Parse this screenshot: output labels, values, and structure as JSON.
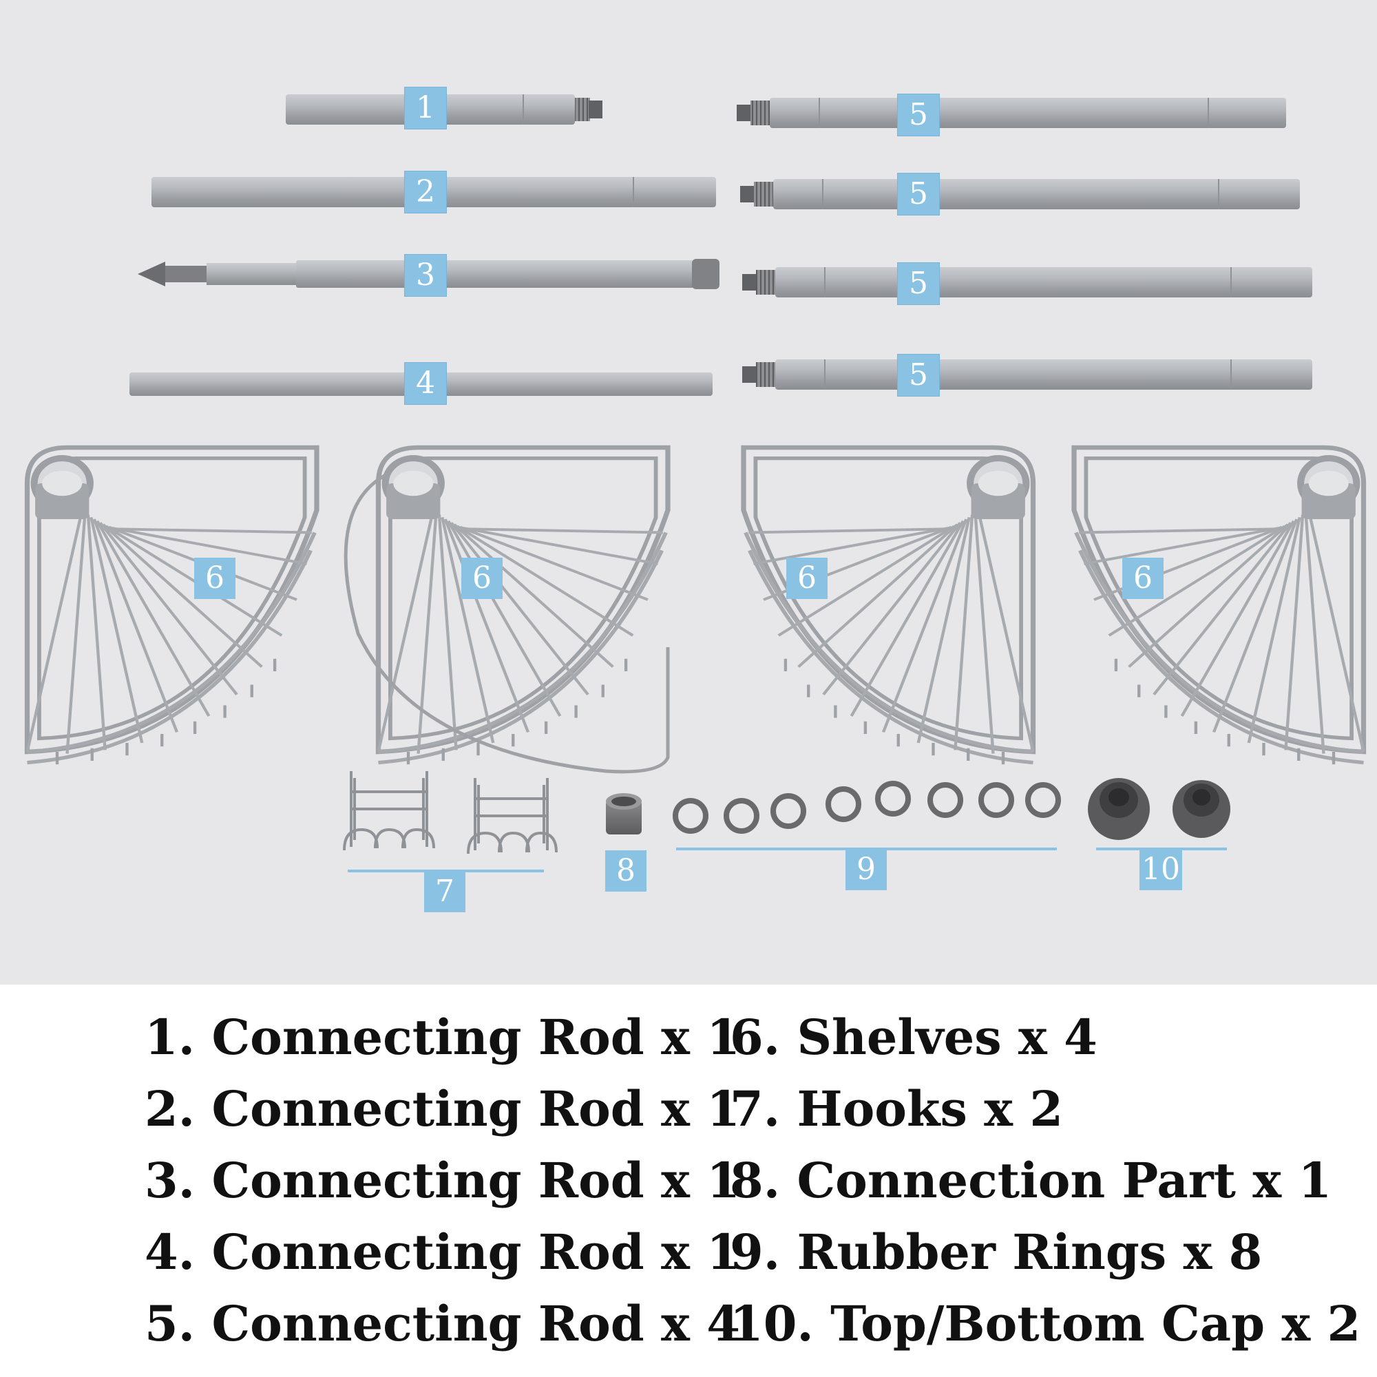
{
  "callouts": {
    "rod1": "1",
    "rod2": "2",
    "rod3": "3",
    "rod4": "4",
    "rod5a": "5",
    "rod5b": "5",
    "rod5c": "5",
    "rod5d": "5",
    "shelf_a": "6",
    "shelf_b": "6",
    "shelf_c": "6",
    "shelf_d": "6",
    "hooks": "7",
    "connection_part": "8",
    "rubber_rings": "9",
    "caps": "10"
  },
  "legend": {
    "left": [
      "1. Connecting Rod x 1",
      "2. Connecting Rod x 1",
      "3. Connecting Rod x 1",
      "4. Connecting Rod x 1",
      "5. Connecting Rod x 4"
    ],
    "right": [
      "6. Shelves x 4",
      "7. Hooks x 2",
      "8. Connection Part x 1",
      "9. Rubber Rings x 8",
      "10. Top/Bottom Cap x 2"
    ]
  },
  "colors": {
    "photo_background": "#e7e7e9",
    "callout_tag": "#8ac2e3",
    "rod_silver": "#a9acb1",
    "rubber_gray": "#6e6e70",
    "legend_text": "#111111"
  }
}
